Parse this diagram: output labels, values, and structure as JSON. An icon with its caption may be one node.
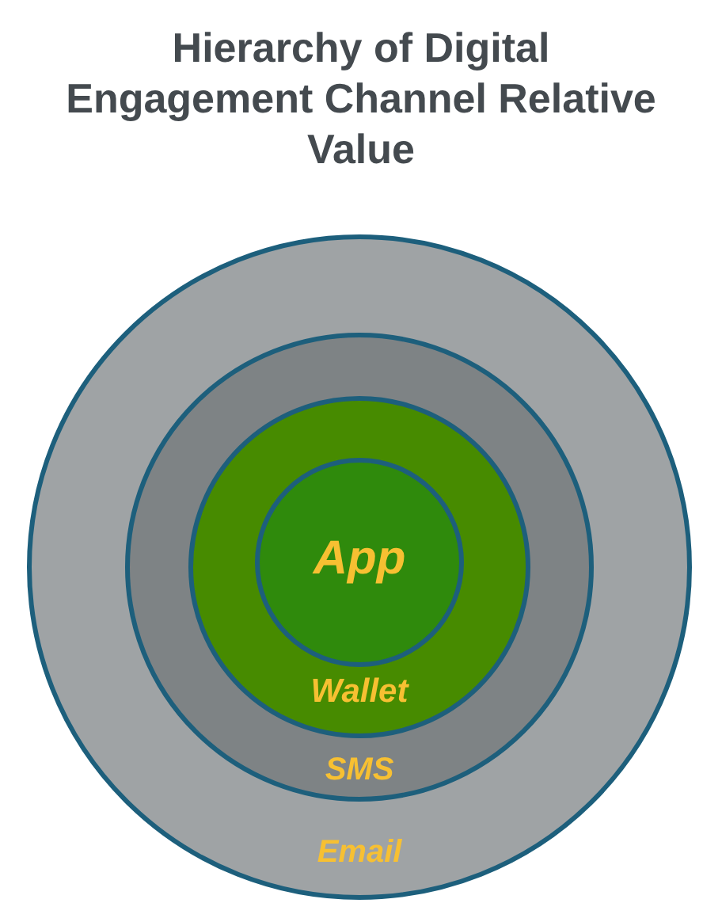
{
  "diagram": {
    "title": "Hierarchy of Digital Engagement Channel Relative Value",
    "nodes": [
      {
        "text": [
          "Email"
        ]
      },
      {
        "text": [
          "SMS"
        ],
        "in": 0
      },
      {
        "text": [
          "Wallet"
        ],
        "in": 1
      },
      {
        "text": [
          "App"
        ],
        "in": 2
      }
    ]
  }
}
